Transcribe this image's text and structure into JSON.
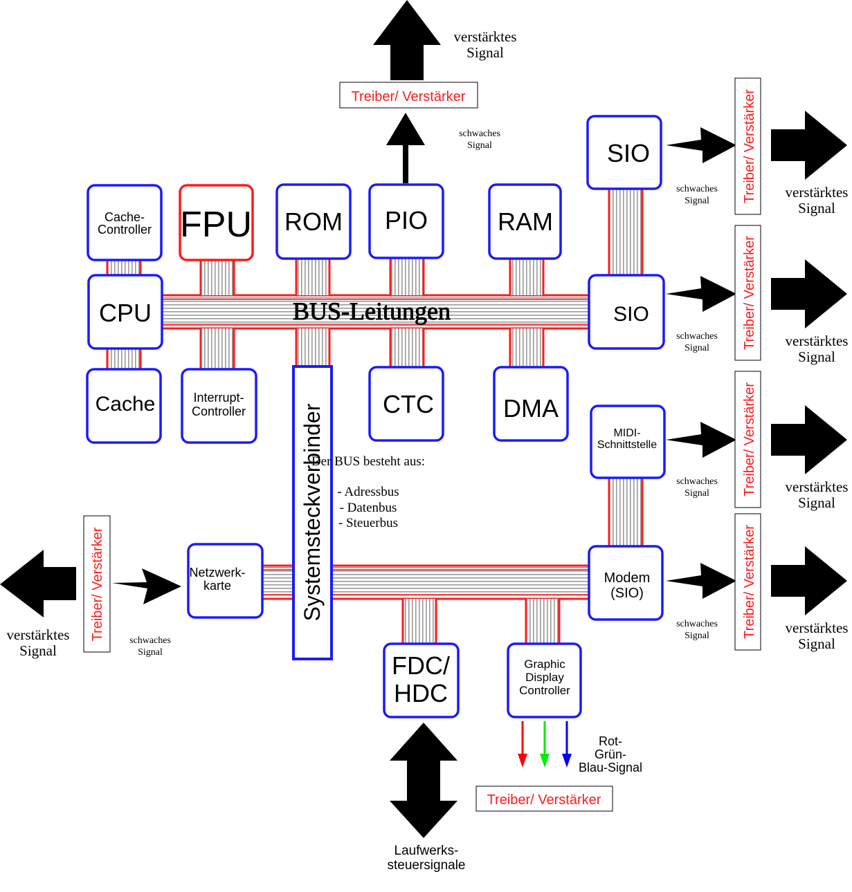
{
  "colors": {
    "box_border": "#1a1aff",
    "fpu_border": "#ff1a1a",
    "bus_red": "#ff1a1a",
    "bus_gray": "#9a9a9a",
    "driver_text": "#ff1a1a",
    "rgb_red": "#ff0000",
    "rgb_green": "#00ee00",
    "rgb_blue": "#0000ff"
  },
  "components": {
    "cache_controller": "Cache-\nController",
    "fpu": "FPU",
    "rom": "ROM",
    "pio": "PIO",
    "ram": "RAM",
    "sio1": "SIO",
    "sio2": "SIO",
    "cpu": "CPU",
    "cache": "Cache",
    "interrupt_controller": "Interrupt-\nController",
    "ctc": "CTC",
    "dma": "DMA",
    "midi": "MIDI-\nSchnittstelle",
    "modem": "Modem\n(SIO)",
    "netzwerkkarte": "Netzwerk-\nkarte",
    "fdc_hdc": "FDC/\nHDC",
    "gdc": "Graphic\nDisplay\nController",
    "systemsteckverbinder": "Systemsteckverbinder"
  },
  "bus_label": "BUS-Leitungen",
  "bus_info": {
    "heading": "Der BUS besteht aus:",
    "items": [
      "- Adressbus",
      "- Datenbus",
      "- Steuerbus"
    ]
  },
  "labels": {
    "driver": "Treiber/ Verstärker",
    "weak_signal": "schwaches\nSignal",
    "amplified_signal": "verstärktes\nSignal",
    "rgb_signal": "Rot-\nGrün-\nBlau-Signal",
    "drive_signals": "Laufwerks-\nsteuersignale"
  }
}
